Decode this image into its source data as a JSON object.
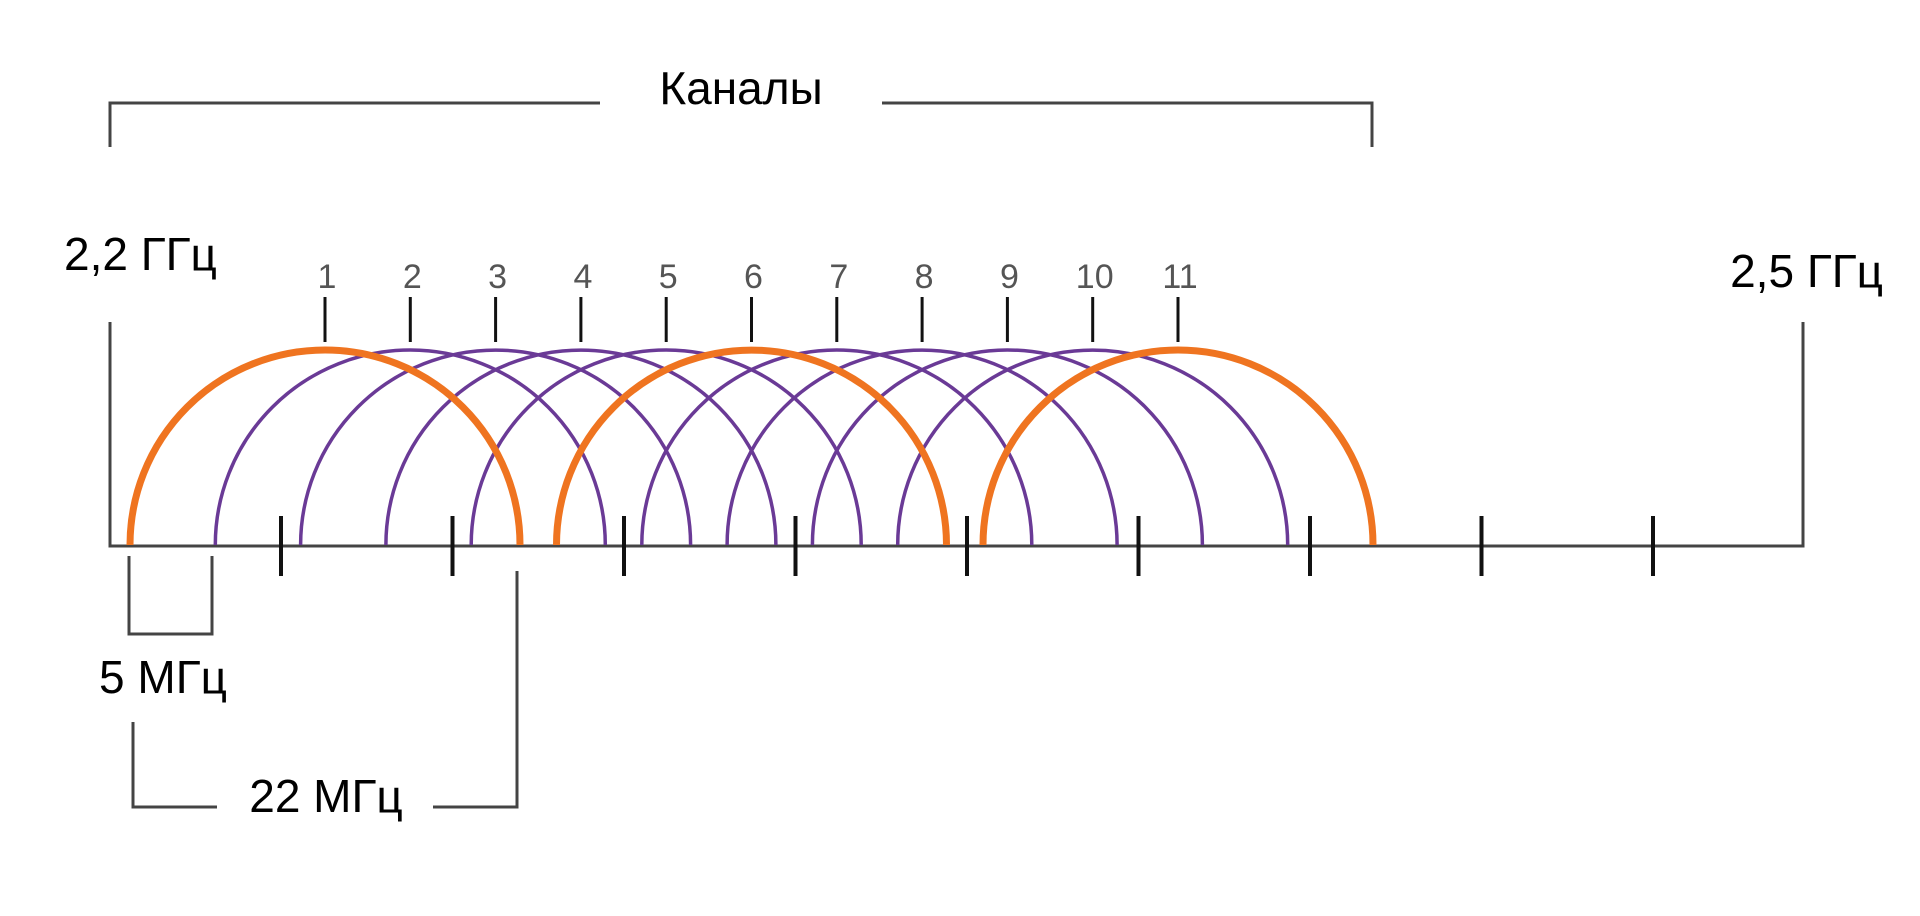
{
  "labels": {
    "channels_title": "Каналы",
    "freq_start": "2,2 ГГц",
    "freq_end": "2,5 ГГц",
    "spacing": "5 МГц",
    "width": "22 МГц"
  },
  "channels": [
    {
      "number": "1",
      "highlight": true
    },
    {
      "number": "2",
      "highlight": false
    },
    {
      "number": "3",
      "highlight": false
    },
    {
      "number": "4",
      "highlight": false
    },
    {
      "number": "5",
      "highlight": false
    },
    {
      "number": "6",
      "highlight": true
    },
    {
      "number": "7",
      "highlight": false
    },
    {
      "number": "8",
      "highlight": false
    },
    {
      "number": "9",
      "highlight": false
    },
    {
      "number": "10",
      "highlight": false
    },
    {
      "number": "11",
      "highlight": true
    }
  ],
  "colors": {
    "highlight_channel": "#ef7420",
    "other_channel": "#6a3a96",
    "lines": "#444444"
  }
}
